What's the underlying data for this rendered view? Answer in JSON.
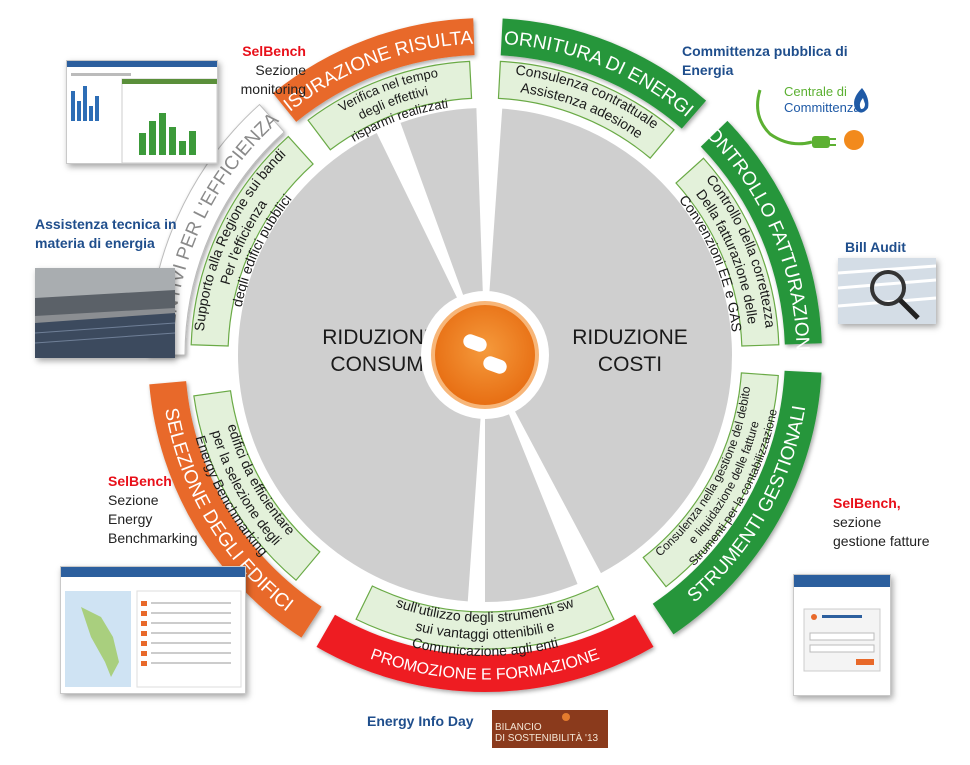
{
  "center": {
    "left_title": [
      "RIDUZIONE",
      "CONSUMI"
    ],
    "right_title": [
      "RIDUZIONE",
      "COSTI"
    ]
  },
  "ring": [
    {
      "id": "misurazione",
      "label": "MISURAZIONE RISULTATI",
      "color": "#e8692a",
      "white_bg": false,
      "inner": [
        "Verifica nel tempo",
        "degli effettivi",
        "risparmi realizzati"
      ]
    },
    {
      "id": "fornitura",
      "label": "FORNITURA DI ENERGIA",
      "color": "#27963a",
      "white_bg": false,
      "inner": [
        "Consulenza contrattuale",
        "Assistenza adesione"
      ]
    },
    {
      "id": "controllo",
      "label": "CONTROLLO FATTURAZIONE",
      "color": "#27963a",
      "white_bg": false,
      "inner": [
        "Controllo della correttezza",
        "Della fatturazione delle",
        "Convenzioni EE e GAS"
      ]
    },
    {
      "id": "strumenti",
      "label": "STRUMENTI GESTIONALI",
      "color": "#27963a",
      "white_bg": false,
      "inner": [
        "Strumenti per la contabilizzazione",
        "e liquidazione delle fatture",
        "Consulenza nella gestione del debito"
      ]
    },
    {
      "id": "promozione",
      "label": "PROMOZIONE E FORMAZIONE",
      "color": "#ee1c24",
      "white_bg": false,
      "inner": [
        "Comunicazione agli enti",
        "sui vantaggi ottenibili e",
        "sull'utilizzo degli strumenti sw"
      ]
    },
    {
      "id": "selezione",
      "label": "SELEZIONE DEGLI EDIFICI",
      "color": "#e8692a",
      "white_bg": false,
      "inner": [
        "Energy Benchmarking",
        "per la selezione degli",
        "edifici da efficientare"
      ]
    },
    {
      "id": "incentivi",
      "label": "INCENTIVI PER L'EFFICIENZA",
      "color": "#ffffff",
      "white_bg": true,
      "inner": [
        "Supporto alla Regione sui bandi",
        "Per l'efficienza",
        "degli edifici pubblici"
      ]
    }
  ],
  "callouts": {
    "monitoring": {
      "brand": "SelBench",
      "lines": [
        "Sezione",
        "monitoring"
      ]
    },
    "committenza": {
      "lines": [
        "Committenza pubblica di",
        "Energia"
      ]
    },
    "assistenza": {
      "lines": [
        "Assistenza tecnica in",
        "materia di energia"
      ]
    },
    "bill_audit": {
      "lines": [
        "Bill Audit"
      ]
    },
    "benchmarking": {
      "brand": "SelBench",
      "lines": [
        "Sezione",
        "Energy",
        "Benchmarking"
      ]
    },
    "fatture": {
      "brand": "SelBench,",
      "lines": [
        "sezione",
        "gestione fatture"
      ]
    },
    "info_day": {
      "lines": [
        "Energy Info Day"
      ]
    }
  },
  "logos": {
    "centrale": [
      "Centrale di",
      "Committenza"
    ],
    "bilancio": [
      "BILANCIO",
      "DI SOSTENIBILITÀ",
      "'13"
    ]
  },
  "colors": {
    "inner_fill": "#e3f1da",
    "inner_stroke": "#6aaa46",
    "grey": "#cfcfcf",
    "hub": "#ef7d1a"
  }
}
